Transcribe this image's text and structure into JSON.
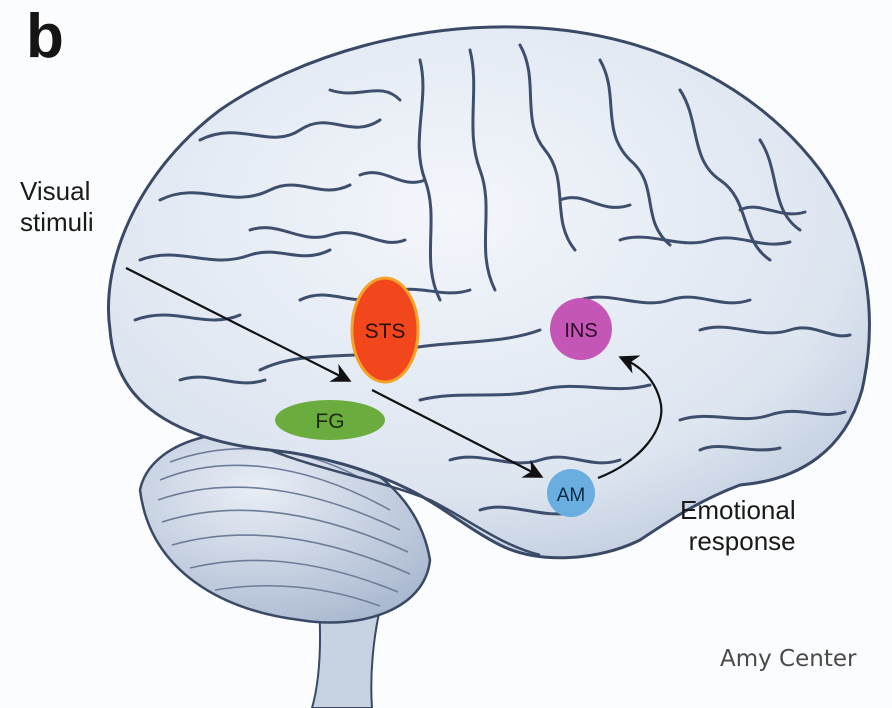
{
  "panel_label": "b",
  "input_label": {
    "line1": "Visual",
    "line2": "stimuli"
  },
  "output_label": {
    "line1": "Emotional",
    "line2": "response"
  },
  "regions": {
    "sts": {
      "label": "STS",
      "color": "#f2471c"
    },
    "ins": {
      "label": "INS",
      "color": "#c457b5"
    },
    "fg": {
      "label": "FG",
      "color": "#6aac3e"
    },
    "am": {
      "label": "AM",
      "color": "#6aaedf"
    }
  },
  "credit": "Amy Center",
  "colors": {
    "brain_fill": "#e6ecf5",
    "brain_outline": "#3a4a66",
    "arrow": "#111111"
  }
}
